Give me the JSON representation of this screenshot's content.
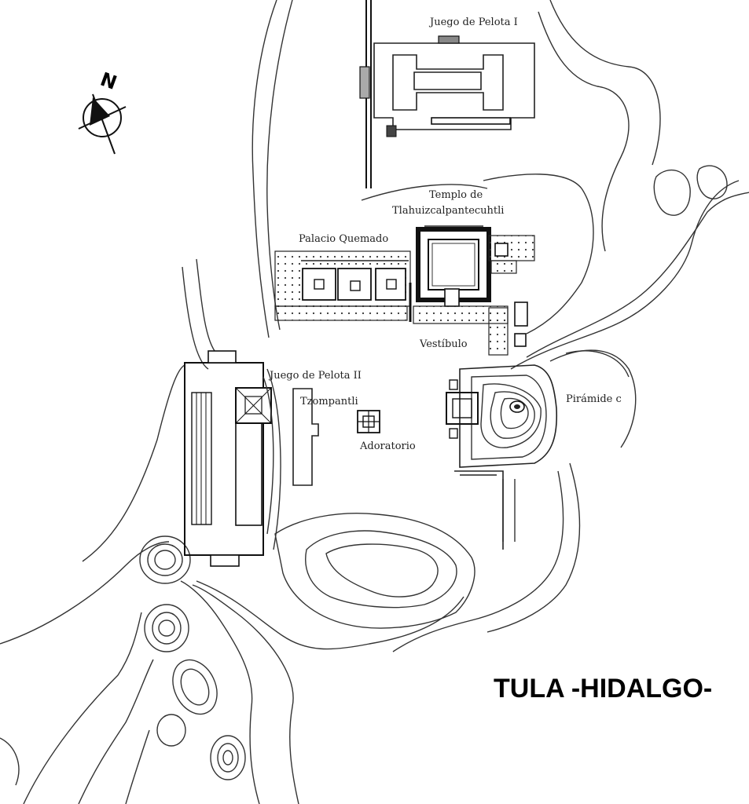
{
  "map": {
    "title": "TULA -HIDALGO-",
    "north_label": "N",
    "labels": {
      "juego_pelota_1": "Juego de Pelota I",
      "templo_line1": "Templo de",
      "templo_line2": "Tlahuizcalpantecuhtli",
      "palacio_quemado": "Palacio Quemado",
      "vestibulo": "Vestíbulo",
      "juego_pelota_2": "Juego de Pelota II",
      "tzompantli": "Tzompantli",
      "adoratorio": "Adoratorio",
      "piramide_c": "Pirámide c"
    }
  },
  "colors": {
    "ink": "#222222",
    "background": "#ffffff"
  }
}
